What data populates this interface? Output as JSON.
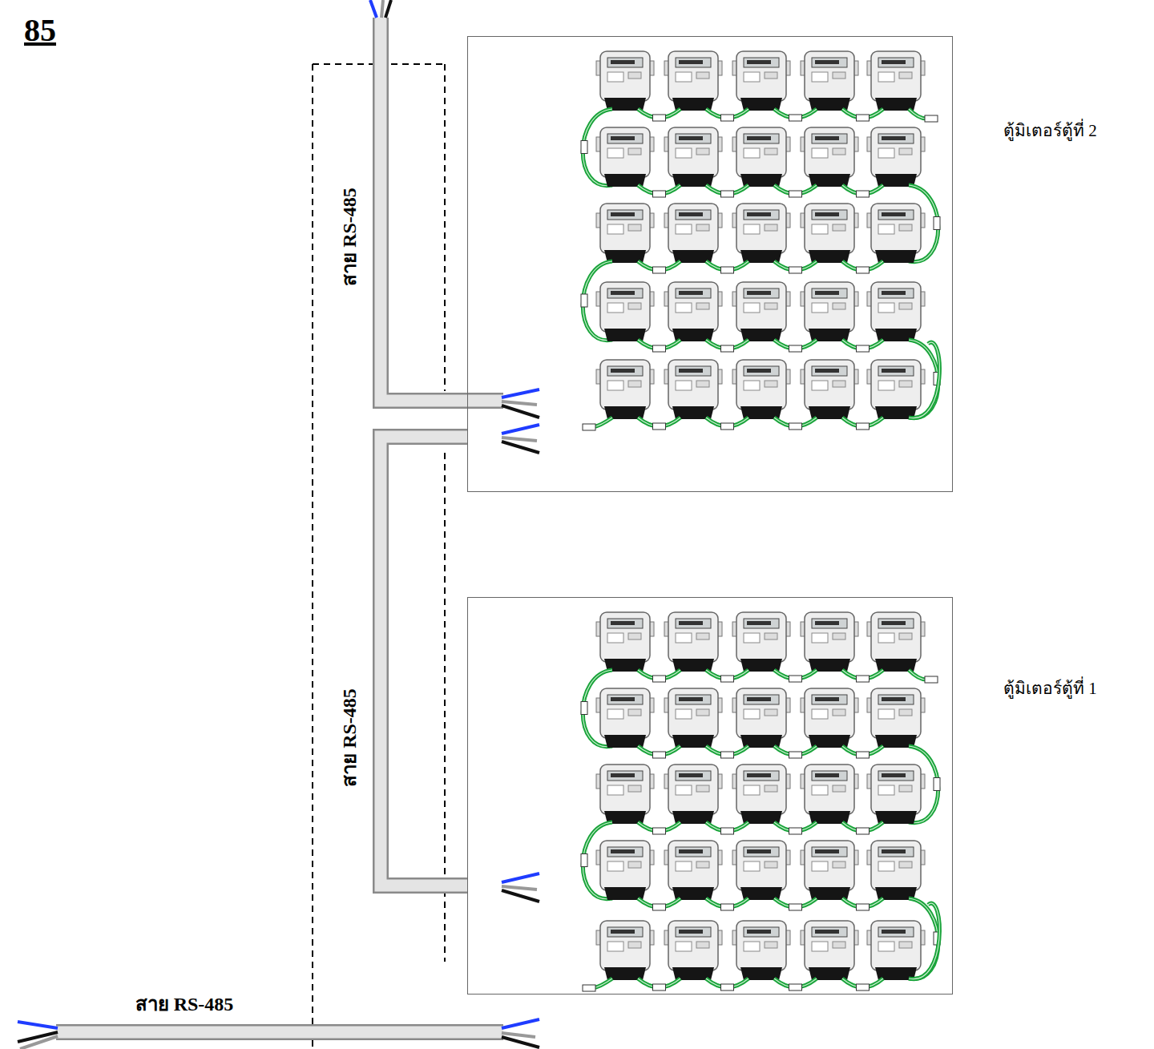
{
  "diagram": {
    "title": "85",
    "nodes": [
      {
        "text": [
          "ตู้มิเตอร์ตู้ที่ 2"
        ]
      },
      {
        "text": [
          "ตู้มิเตอร์ตู้ที่ 1"
        ]
      }
    ],
    "edges": [
      {
        "from": 0,
        "to": 1,
        "label": "สาย RS-485",
        "arrow": "none"
      }
    ],
    "labels": [
      "สาย RS-485",
      "สาย RS-485"
    ]
  }
}
